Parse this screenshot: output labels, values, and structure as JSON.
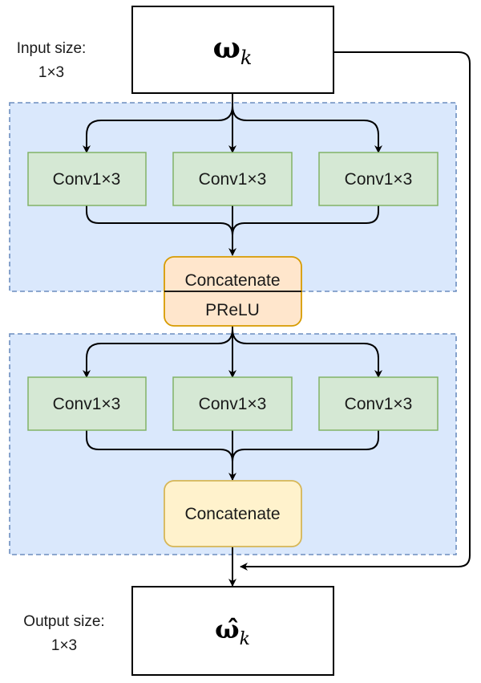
{
  "input_label": {
    "line1": "Input size:",
    "line2": "1×3"
  },
  "output_label": {
    "line1": "Output size:",
    "line2": "1×3"
  },
  "input_symbol": {
    "main": "ω",
    "sub": "k"
  },
  "output_symbol": {
    "main": "ω̂",
    "sub": "k"
  },
  "block1": {
    "convs": [
      "Conv1×3",
      "Conv1×3",
      "Conv1×3"
    ],
    "merge_top": "Concatenate",
    "merge_bottom": "PReLU"
  },
  "block2": {
    "convs": [
      "Conv1×3",
      "Conv1×3",
      "Conv1×3"
    ],
    "merge": "Concatenate"
  },
  "colors": {
    "block_fill": "#dae8fc",
    "block_border": "#6c8ebf",
    "conv_fill": "#d5e8d4",
    "conv_border": "#82b366",
    "prelu_fill": "#ffe6cc",
    "prelu_border": "#d79b00",
    "concat_fill": "#fff2cc",
    "concat_border": "#d6b656"
  }
}
